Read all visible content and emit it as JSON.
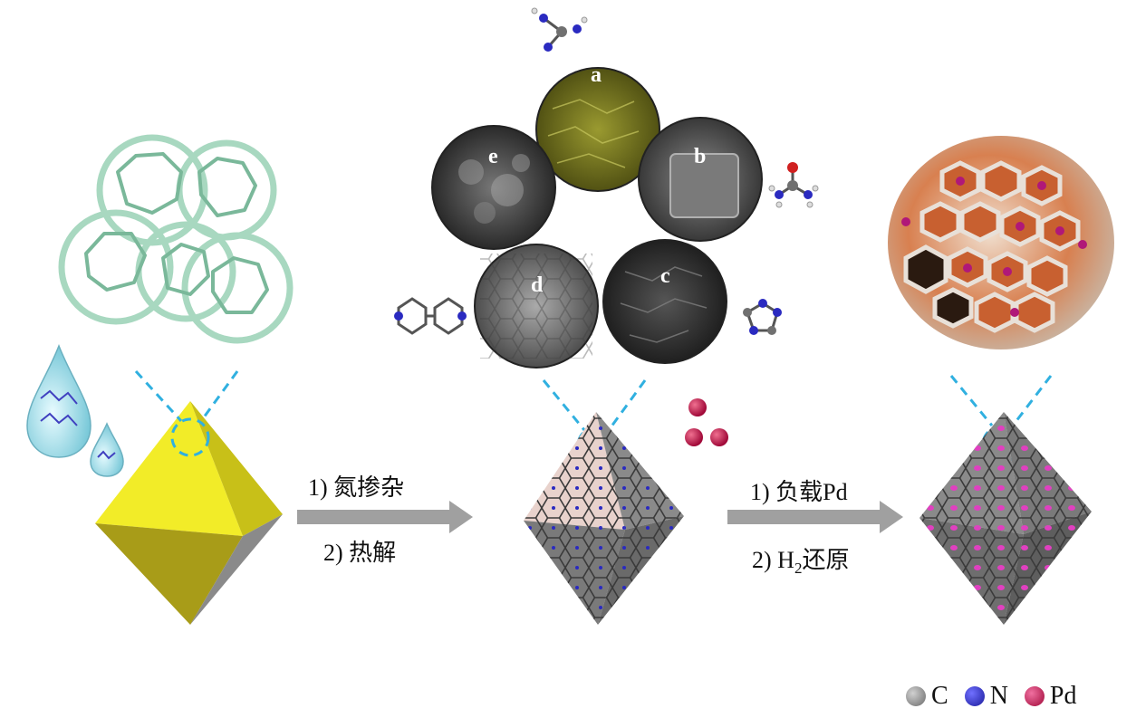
{
  "steps": {
    "step1": {
      "line1": "1) 氮掺杂",
      "line2": "2) 热解"
    },
    "step2": {
      "line1": "1) 负载Pd",
      "line2_prefix": "2) H",
      "line2_sub": "2",
      "line2_suffix": "还原"
    }
  },
  "sem_labels": {
    "a": "a",
    "b": "b",
    "c": "c",
    "d": "d",
    "e": "e"
  },
  "legend": [
    {
      "label": "C",
      "color": "#8a8a8a"
    },
    {
      "label": "N",
      "color": "#2a2ac0"
    },
    {
      "label": "Pd",
      "color": "#c8185a"
    }
  ],
  "colors": {
    "zif_framework": "#a8d8c0",
    "octahedron_yellow": "#e8e020",
    "arrow": "#a0a0a0",
    "dash_line": "#30b0e0",
    "pd_particle": "#c8104a"
  }
}
